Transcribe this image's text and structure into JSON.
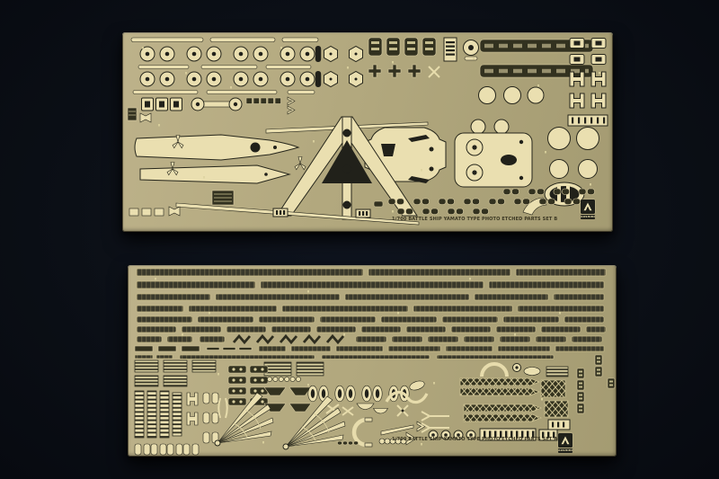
{
  "colors": {
    "bg": "#0b0f16",
    "bg_mid": "#101520",
    "bg_edge": "#070a10",
    "sheet": "#b2a87e",
    "cream": "#eadfb0",
    "label": "#3b3723",
    "logo_dark": "#20211a"
  },
  "sheets": {
    "top": {
      "label": "1/700 BATTLE SHIP YAMATO TYPE PHOTO ETCHED PARTS SET B",
      "brand": "AOSHIMA"
    },
    "bottom": {
      "label": "1/700 BATTLE SHIP YAMATO TYPE PHOTO ETCHED PARTS SET A",
      "brand": "AOSHIMA"
    }
  }
}
